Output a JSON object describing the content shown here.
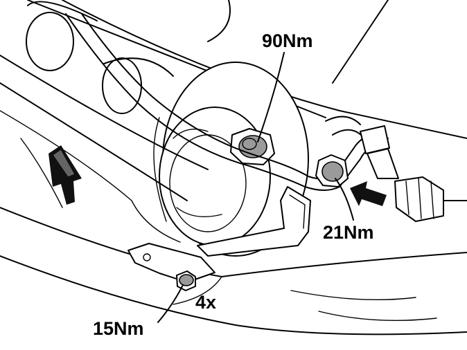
{
  "labels": {
    "torque_top": "90Nm",
    "torque_right": "21Nm",
    "torque_bottom": "15Nm",
    "quantity": "4x"
  },
  "icons": {
    "up_arrow": "up-arrow-icon",
    "left_arrow": "left-arrow-icon"
  },
  "colors": {
    "line": "#000000",
    "background": "#ffffff",
    "shading": "#9a9a9a"
  }
}
